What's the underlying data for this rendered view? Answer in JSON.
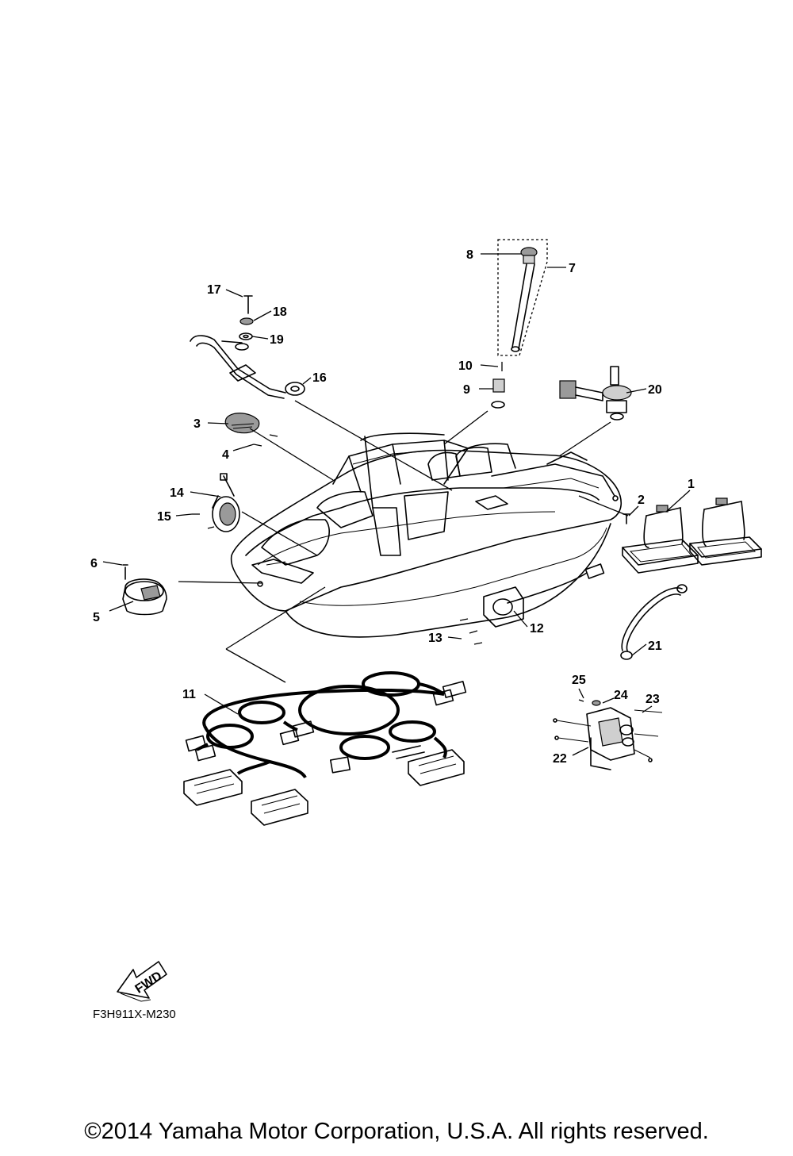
{
  "diagram": {
    "callouts": [
      {
        "id": "1",
        "label": "1"
      },
      {
        "id": "2",
        "label": "2"
      },
      {
        "id": "3",
        "label": "3"
      },
      {
        "id": "4",
        "label": "4"
      },
      {
        "id": "5",
        "label": "5"
      },
      {
        "id": "6",
        "label": "6"
      },
      {
        "id": "7",
        "label": "7"
      },
      {
        "id": "8",
        "label": "8"
      },
      {
        "id": "9",
        "label": "9"
      },
      {
        "id": "10",
        "label": "10"
      },
      {
        "id": "11",
        "label": "11"
      },
      {
        "id": "12",
        "label": "12"
      },
      {
        "id": "13",
        "label": "13"
      },
      {
        "id": "14",
        "label": "14"
      },
      {
        "id": "15",
        "label": "15"
      },
      {
        "id": "16",
        "label": "16"
      },
      {
        "id": "17",
        "label": "17"
      },
      {
        "id": "18",
        "label": "18"
      },
      {
        "id": "19",
        "label": "19"
      },
      {
        "id": "20",
        "label": "20"
      },
      {
        "id": "21",
        "label": "21"
      },
      {
        "id": "22",
        "label": "22"
      },
      {
        "id": "23",
        "label": "23"
      },
      {
        "id": "24",
        "label": "24"
      },
      {
        "id": "25",
        "label": "25"
      }
    ],
    "fwd_arrow_label": "FWD",
    "diagram_code": "F3H911X-M230"
  },
  "footer": {
    "copyright": "©2014 Yamaha Motor Corporation, U.S.A. All rights reserved."
  },
  "colors": {
    "line": "#000000",
    "background": "#ffffff",
    "shade": "#9a9a9a"
  }
}
